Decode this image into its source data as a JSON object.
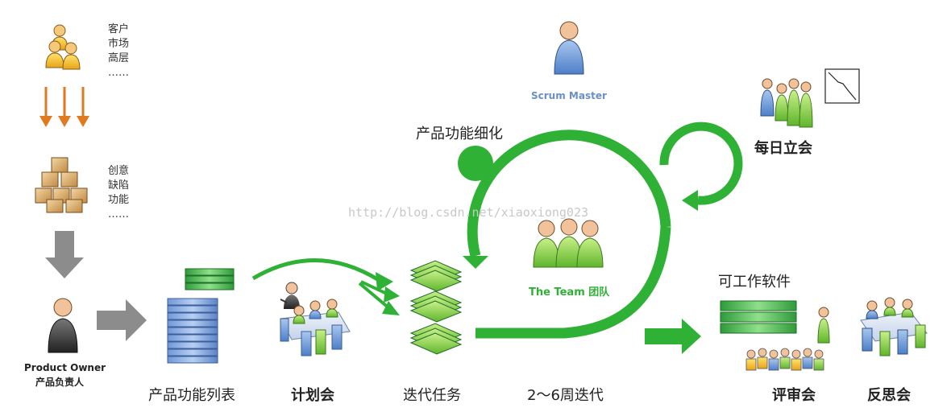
{
  "top_people_lines": [
    "客户",
    "市场",
    "高层",
    "……"
  ],
  "box_lines": [
    "创意",
    "缺陷",
    "功能",
    "……"
  ],
  "product_owner": {
    "en": "Product Owner",
    "zh": "产品负责人"
  },
  "labels": {
    "backlog": "产品功能列表",
    "planning": "计划会",
    "tasks": "迭代任务",
    "iteration": "2～6周迭代",
    "refinement": "产品功能细化",
    "scrum_master": "Scrum Master",
    "team": "The Team 团队",
    "daily_standup": "每日立会",
    "working_software": "可工作软件",
    "review": "评审会",
    "retrospective": "反思会"
  },
  "watermark": "http://blog.csdn.net/xiaoxiong023",
  "colors": {
    "green": "#2eb135",
    "orange": "#e07a1f",
    "gray_arrow": "#8c8c8c",
    "scrum_master_text": "#6a8fc7",
    "team_text": "#2eb135"
  }
}
